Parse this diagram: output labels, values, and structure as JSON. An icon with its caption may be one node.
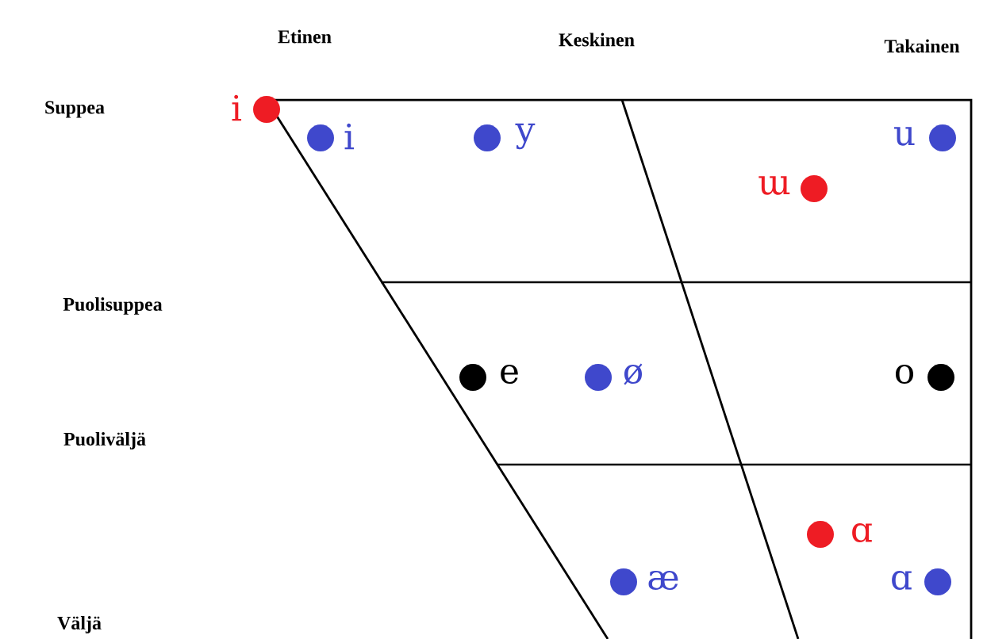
{
  "diagram": {
    "labels": [
      "Etinen",
      "Keskinen",
      "Takainen",
      "Suppea",
      "i",
      "i",
      "y",
      "u",
      "ɯ",
      "Puolisuppea",
      "e",
      "ø",
      "o",
      "Puoliväljä",
      "ɑ",
      "æ",
      "ɑ",
      "Väljä"
    ]
  }
}
